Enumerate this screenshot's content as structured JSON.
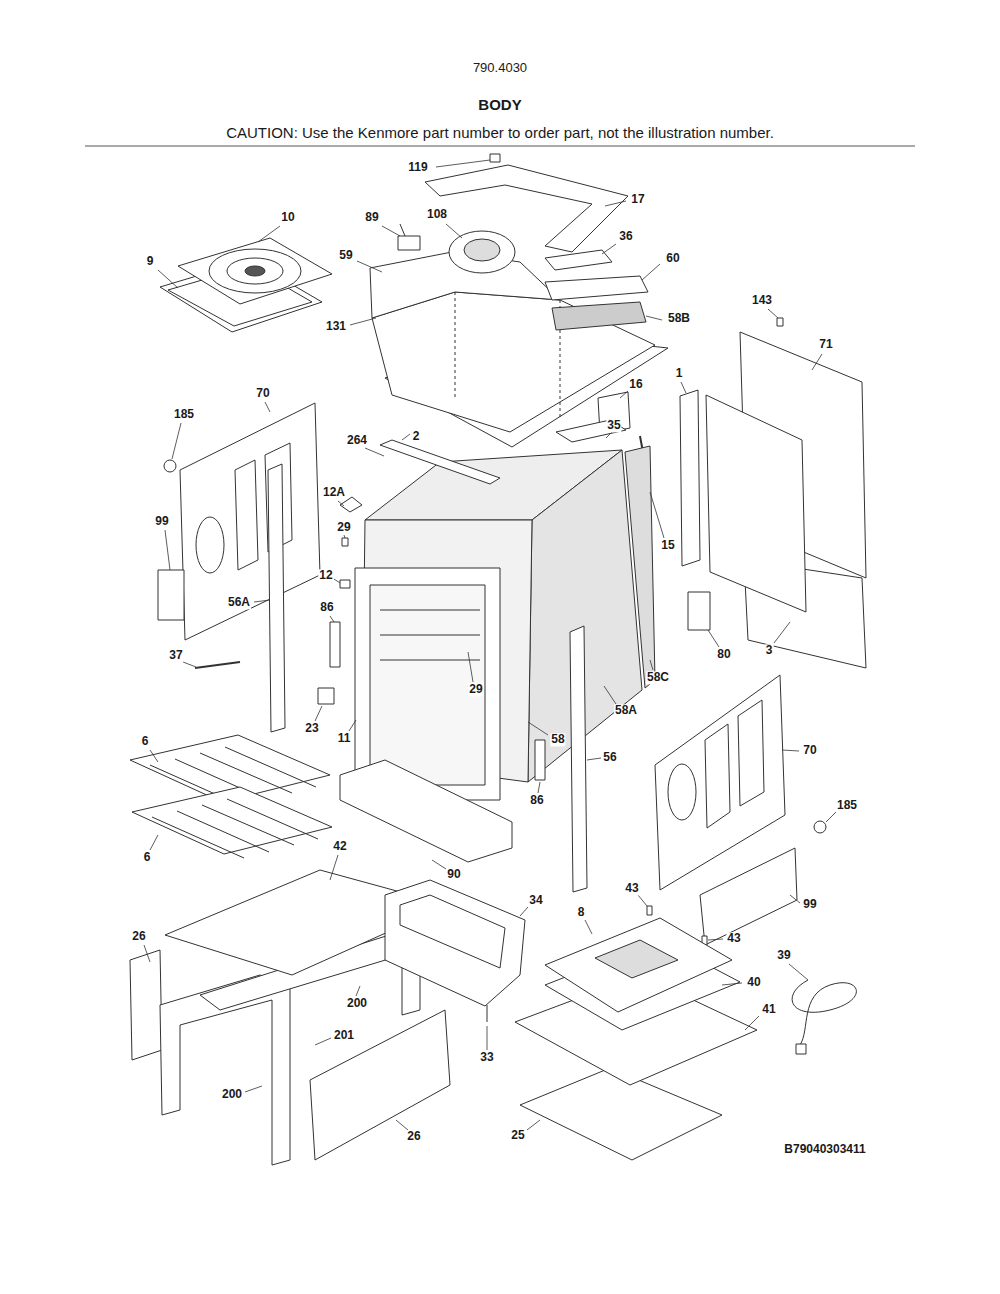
{
  "diagram": {
    "title": "BODY",
    "labels": [
      "790.4030",
      "CAUTION: Use the Kenmore part number to order part, not the illustration number.",
      "119",
      "17",
      "10",
      "89",
      "108",
      "36",
      "9",
      "59",
      "60",
      "143",
      "58B",
      "131",
      "71",
      "1",
      "16",
      "70",
      "185",
      "35",
      "2",
      "264",
      "12A",
      "99",
      "29",
      "15",
      "12",
      "56A",
      "86",
      "3",
      "80",
      "37",
      "29",
      "58C",
      "58A",
      "23",
      "11",
      "58",
      "6",
      "70",
      "56",
      "86",
      "185",
      "42",
      "6",
      "90",
      "43",
      "34",
      "99",
      "8",
      "26",
      "43",
      "39",
      "40",
      "200",
      "41",
      "201",
      "33",
      "200",
      "25",
      "26",
      "B79040303411"
    ]
  }
}
